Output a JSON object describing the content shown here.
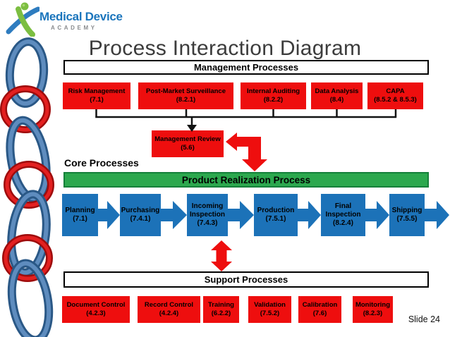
{
  "logo": {
    "brand": "Medical Device",
    "sub": "ACADEMY"
  },
  "title": "Process Interaction Diagram",
  "slide_number": "Slide 24",
  "colors": {
    "accent_red": "#EE0E0E",
    "accent_blue": "#1C72B8",
    "accent_green": "#2CA84E",
    "banner_border_green": "#15803A",
    "chain_blue": "#3D6DA6",
    "chain_red": "#CF1212",
    "logo_blue": "#1B75BC",
    "title_color": "#3C3C3C"
  },
  "management": {
    "header": "Management Processes",
    "boxes": [
      {
        "name": "Risk Management",
        "clause": "(7.1)"
      },
      {
        "name": "Post-Market Surveillance",
        "clause": "(8.2.1)"
      },
      {
        "name": "Internal Auditing",
        "clause": "(8.2.2)"
      },
      {
        "name": "Data Analysis",
        "clause": "(8.4)"
      },
      {
        "name": "CAPA",
        "clause": "(8.5.2 & 8.5.3)"
      }
    ],
    "review": {
      "name": "Management Review",
      "clause": "(5.6)"
    }
  },
  "core": {
    "label": "Core Processes",
    "banner": "Product Realization Process",
    "boxes": [
      {
        "name": "Planning",
        "clause": "(7.1)"
      },
      {
        "name": "Purchasing",
        "clause": "(7.4.1)"
      },
      {
        "name": "Incoming Inspection",
        "clause": "(7.4.3)"
      },
      {
        "name": "Production",
        "clause": "(7.5.1)"
      },
      {
        "name": "Final Inspection",
        "clause": "(8.2.4)"
      },
      {
        "name": "Shipping",
        "clause": "(7.5.5)"
      }
    ]
  },
  "support": {
    "header": "Support Processes",
    "boxes": [
      {
        "name": "Document Control",
        "clause": "(4.2.3)"
      },
      {
        "name": "Record Control",
        "clause": "(4.2.4)"
      },
      {
        "name": "Training",
        "clause": "(6.2.2)"
      },
      {
        "name": "Validation",
        "clause": "(7.5.2)"
      },
      {
        "name": "Calibration",
        "clause": "(7.6)"
      },
      {
        "name": "Monitoring",
        "clause": "(8.2.3)"
      }
    ]
  }
}
